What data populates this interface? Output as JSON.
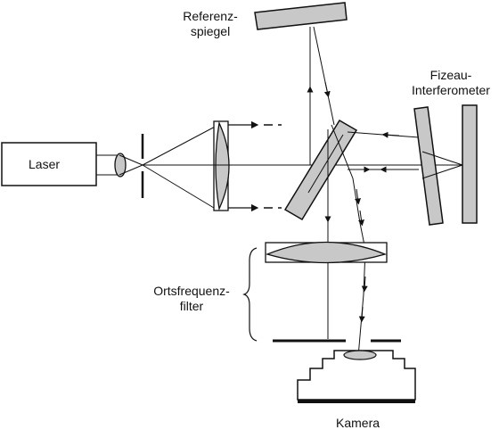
{
  "labels": {
    "laser": "Laser",
    "referenzspiegel_1": "Referenz-",
    "referenzspiegel_2": "spiegel",
    "fizeau_1": "Fizeau-",
    "fizeau_2": "Interferometer",
    "filter_1": "Ortsfrequenz-",
    "filter_2": "filter",
    "kamera": "Kamera"
  },
  "colors": {
    "line": "#111111",
    "optic_fill": "#c8c8c8",
    "background": "#ffffff"
  }
}
